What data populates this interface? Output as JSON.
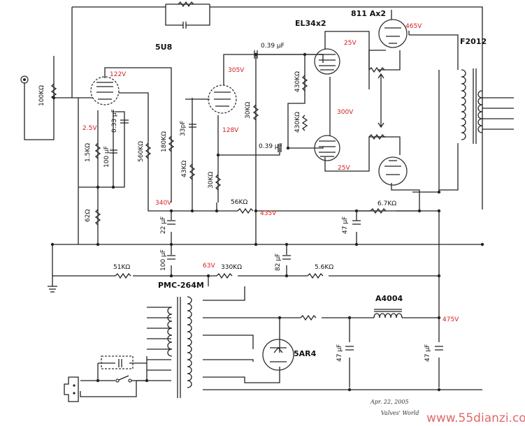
{
  "titles": {
    "tube_preamp": "5U8",
    "tube_driver_pair": "EL34x2",
    "tube_output": "811 Ax2",
    "output_transformer": "F2012",
    "power_transformer": "PMC-264M",
    "rectifier": "5AR4",
    "choke": "A4004"
  },
  "components": {
    "pot": "100KΩ",
    "r_cathode_1": "1.5KΩ",
    "c_cathode_1": "100 μF",
    "c_033": "0.33 μF",
    "r_62": "62Ω",
    "r_560k": "560KΩ",
    "r_180k": "180KΩ",
    "c_33p": "33pF",
    "r_43k": "43KΩ",
    "r_30k_a": "30KΩ",
    "r_30k_b": "30KΩ",
    "c_039_top": "0.39 μF",
    "c_039_mid": "0.39 μF",
    "r_430k_a": "430KΩ",
    "r_430k_b": "430KΩ",
    "r_56k": "56KΩ",
    "r_67k": "6.7KΩ",
    "c_22": "22 μF",
    "c_47_a": "47 μF",
    "c_100": "100 μF",
    "r_51k": "51KΩ",
    "r_330k": "330KΩ",
    "c_82": "82 μF",
    "r_56k_b": "5.6KΩ",
    "c_47_b": "47 μF",
    "c_47_c": "47 μF"
  },
  "voltages": {
    "v122": "122V",
    "v25a": "2.5V",
    "v305": "305V",
    "v128": "128V",
    "v340": "340V",
    "v25top": "25V",
    "v465": "465V",
    "v300": "300V",
    "v25bot": "25V",
    "v435": "435V",
    "v63": "63V",
    "v475": "475V"
  },
  "footer": {
    "date": "Apr. 22, 2005",
    "author": "Valves' World",
    "watermark": "www.55dianzi.com"
  }
}
